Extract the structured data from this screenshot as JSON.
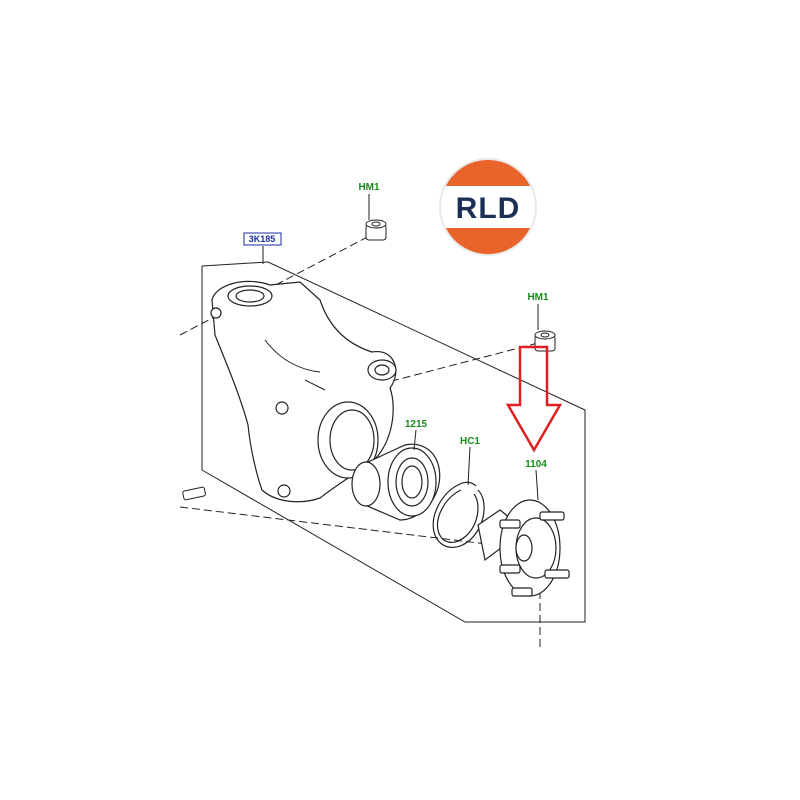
{
  "logo": {
    "text": "RLD",
    "colors": {
      "orange": "#e8642a",
      "navy": "#1b2f56",
      "white": "#ffffff"
    }
  },
  "callouts": {
    "knuckle": "3K185",
    "nut_top": "HM1",
    "nut_right": "HM1",
    "bearing": "1215",
    "circlip": "HC1",
    "hub": "1104"
  },
  "colors": {
    "callout_green": "#1a8a1a",
    "callout_blue": "#1a2fa0",
    "arrow_red": "#e02020",
    "line": "#222222"
  },
  "icons": {
    "highlight_arrow": "arrow-down-icon"
  }
}
